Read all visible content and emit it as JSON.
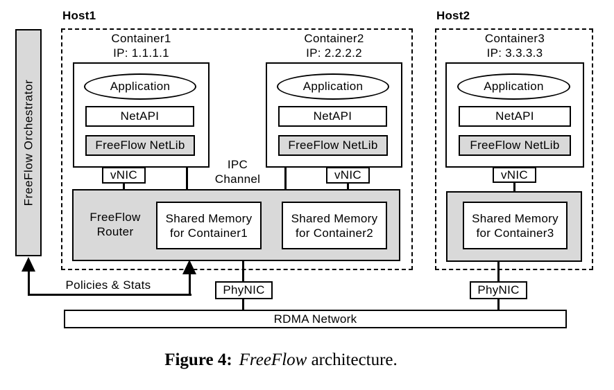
{
  "colors": {
    "box_fill_gray": "#d9d9d9",
    "line": "#000000",
    "background": "#ffffff"
  },
  "orchestrator": {
    "label": "FreeFlow Orchestrator"
  },
  "hosts": [
    {
      "label": "Host1",
      "containers": [
        {
          "name": "Container1",
          "ip": "IP: 1.1.1.1",
          "app": "Application",
          "netapi": "NetAPI",
          "netlib": "FreeFlow NetLib",
          "vnic": "vNIC"
        },
        {
          "name": "Container2",
          "ip": "IP: 2.2.2.2",
          "app": "Application",
          "netapi": "NetAPI",
          "netlib": "FreeFlow NetLib",
          "vnic": "vNIC"
        }
      ],
      "router": {
        "line1": "FreeFlow",
        "line2": "Router"
      },
      "shared_memory": [
        {
          "line1": "Shared Memory",
          "line2": "for Container1"
        },
        {
          "line1": "Shared Memory",
          "line2": "for Container2"
        }
      ],
      "phynic": "PhyNIC"
    },
    {
      "label": "Host2",
      "containers": [
        {
          "name": "Container3",
          "ip": "IP: 3.3.3.3",
          "app": "Application",
          "netapi": "NetAPI",
          "netlib": "FreeFlow NetLib",
          "vnic": "vNIC"
        }
      ],
      "shared_memory": [
        {
          "line1": "Shared Memory",
          "line2": "for Container3"
        }
      ],
      "phynic": "PhyNIC"
    }
  ],
  "labels": {
    "ipc_line1": "IPC",
    "ipc_line2": "Channel",
    "policies": "Policies & Stats",
    "rdma": "RDMA Network"
  },
  "caption": {
    "prefix": "Figure 4:",
    "emph": "FreeFlow",
    "rest": "architecture."
  }
}
